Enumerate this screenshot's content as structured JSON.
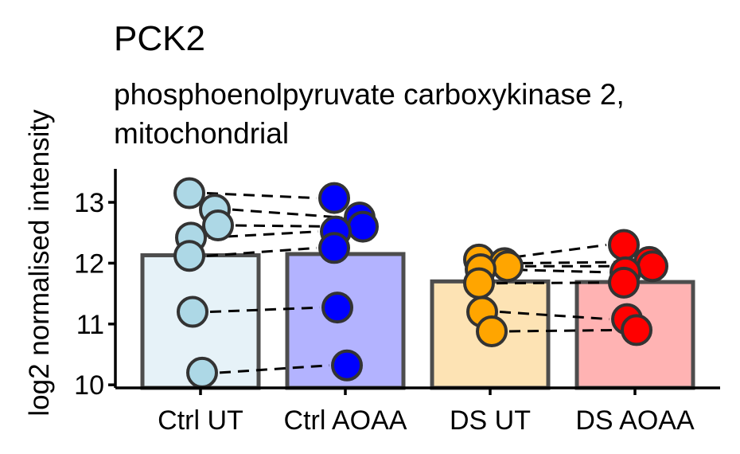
{
  "chart_data": {
    "type": "bar",
    "title": "PCK2",
    "subtitle": "phosphoenolpyruvate carboxykinase 2, mitochondrial",
    "ylabel": "log2 normalised intensity",
    "xlabel": "",
    "categories": [
      "Ctrl UT",
      "Ctrl AOAA",
      "DS UT",
      "DS AOAA"
    ],
    "values": [
      12.13,
      12.15,
      11.7,
      11.69
    ],
    "ylim": [
      9.95,
      13.55
    ],
    "yticks": [
      "10",
      "11",
      "12",
      "13"
    ],
    "bar_fill_colors": [
      "#e6f2f8",
      "#b3b3ff",
      "#fde3b4",
      "#ffb3b3"
    ],
    "point_colors": [
      "#add8e6",
      "#0000ff",
      "#ffa500",
      "#ff0000"
    ],
    "points": [
      [
        13.15,
        12.88,
        12.62,
        12.42,
        12.12,
        11.2,
        10.2
      ],
      [
        13.07,
        12.75,
        12.6,
        12.52,
        12.25,
        11.27,
        10.32
      ],
      [
        12.06,
        12.0,
        11.95,
        11.9,
        11.67,
        11.2,
        10.88
      ],
      [
        12.3,
        12.02,
        11.95,
        11.85,
        11.68,
        11.08,
        10.9
      ]
    ],
    "grid": false,
    "legend": "none"
  }
}
